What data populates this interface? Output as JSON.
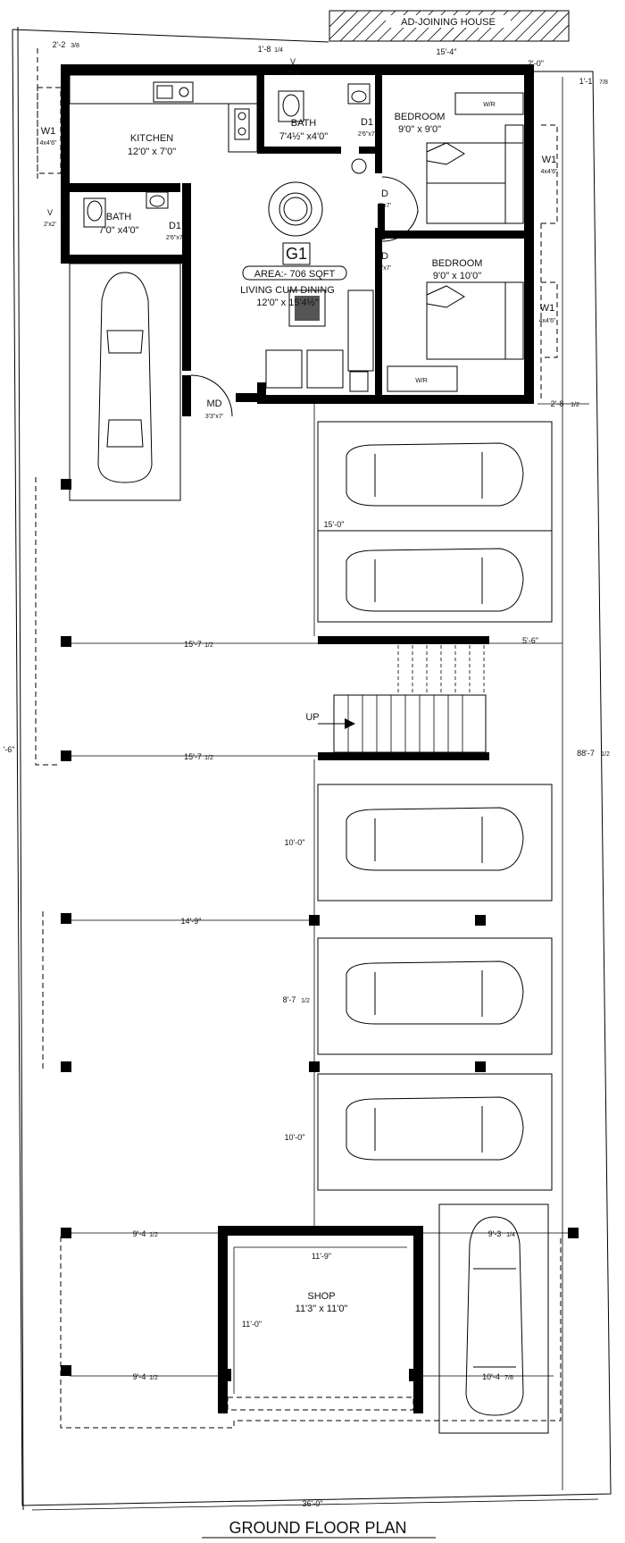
{
  "title": "GROUND FLOOR PLAN",
  "unit_label": "G1",
  "area": "AREA:- 706 SQFT",
  "adjoining": "AD-JOINING HOUSE",
  "rooms": {
    "kitchen": {
      "name": "KITCHEN",
      "size": "12'0\" x 7'0\""
    },
    "bath_top": {
      "name": "BATH",
      "size": "7'4½\" x4'0\"",
      "vent": "V",
      "vent_size": "2'X2'"
    },
    "bath_left": {
      "name": "BATH",
      "size": "7'0\" x4'0\""
    },
    "bedroom1": {
      "name": "BEDROOM",
      "size": "9'0\" x 9'0\""
    },
    "bedroom2": {
      "name": "BEDROOM",
      "size": "9'0\" x 10'0\""
    },
    "living": {
      "name": "LIVING CUM DINING",
      "size": "12'0\" x 15'4½\""
    },
    "shop": {
      "name": "SHOP",
      "size": "11'3\" x 11'0\""
    }
  },
  "openings": {
    "d1_a": "D1",
    "d1_a_size": "2'6\"x7'",
    "d1_b": "D1",
    "d1_b_size": "2'6\"x7'",
    "d_a": "D",
    "d_a_size": "3'x7'",
    "d_b": "D",
    "d_b_size": "3'x7'",
    "md": "MD",
    "md_size": "3'3\"x7'",
    "w1_a": "W1",
    "w1_a_size": "4x4'6\"",
    "w1_b": "W1",
    "w1_b_size": "4x4'6\"",
    "w1_c": "W1",
    "w1_c_size": "4x4'6\"",
    "v_left": "V",
    "v_left_size": "2'x2'",
    "wr_a": "W/R",
    "wr_b": "W/R",
    "up": "UP"
  },
  "dimensions": {
    "top_left": "2'-2",
    "top_left_frac": "3/8",
    "top_mid": "1'-8",
    "top_mid_frac": "1/4",
    "top_run": "15'-4\"",
    "top_right": "2'-0\"",
    "right_top": "1'-1",
    "right_top_frac": "7/8",
    "right_mid": "2'-8",
    "right_mid_frac": "1/2",
    "right_total": "88'-7",
    "right_total_frac": "1/2",
    "left_total": "'-6\"",
    "bottom_total": "36'-0\"",
    "park1": "15'-0\"",
    "stair_right": "5'-6\"",
    "row_a": "15'-7",
    "row_a_frac": "1/2",
    "row_b": "15'-7",
    "row_b_frac": "1/2",
    "park2": "10'-0\"",
    "row_c": "14'-9\"",
    "park3": "8'-7",
    "park3_frac": "1/2",
    "park4": "10'-0\"",
    "row_d": "9'-4",
    "row_d_frac": "1/2",
    "row_d_right": "9'-3",
    "row_d_right_frac": "1/4",
    "shop_width": "11'-9\"",
    "shop_height": "11'-0\"",
    "row_e": "9'-4",
    "row_e_frac": "1/2",
    "row_e_right": "10'-4",
    "row_e_right_frac": "7/8"
  }
}
